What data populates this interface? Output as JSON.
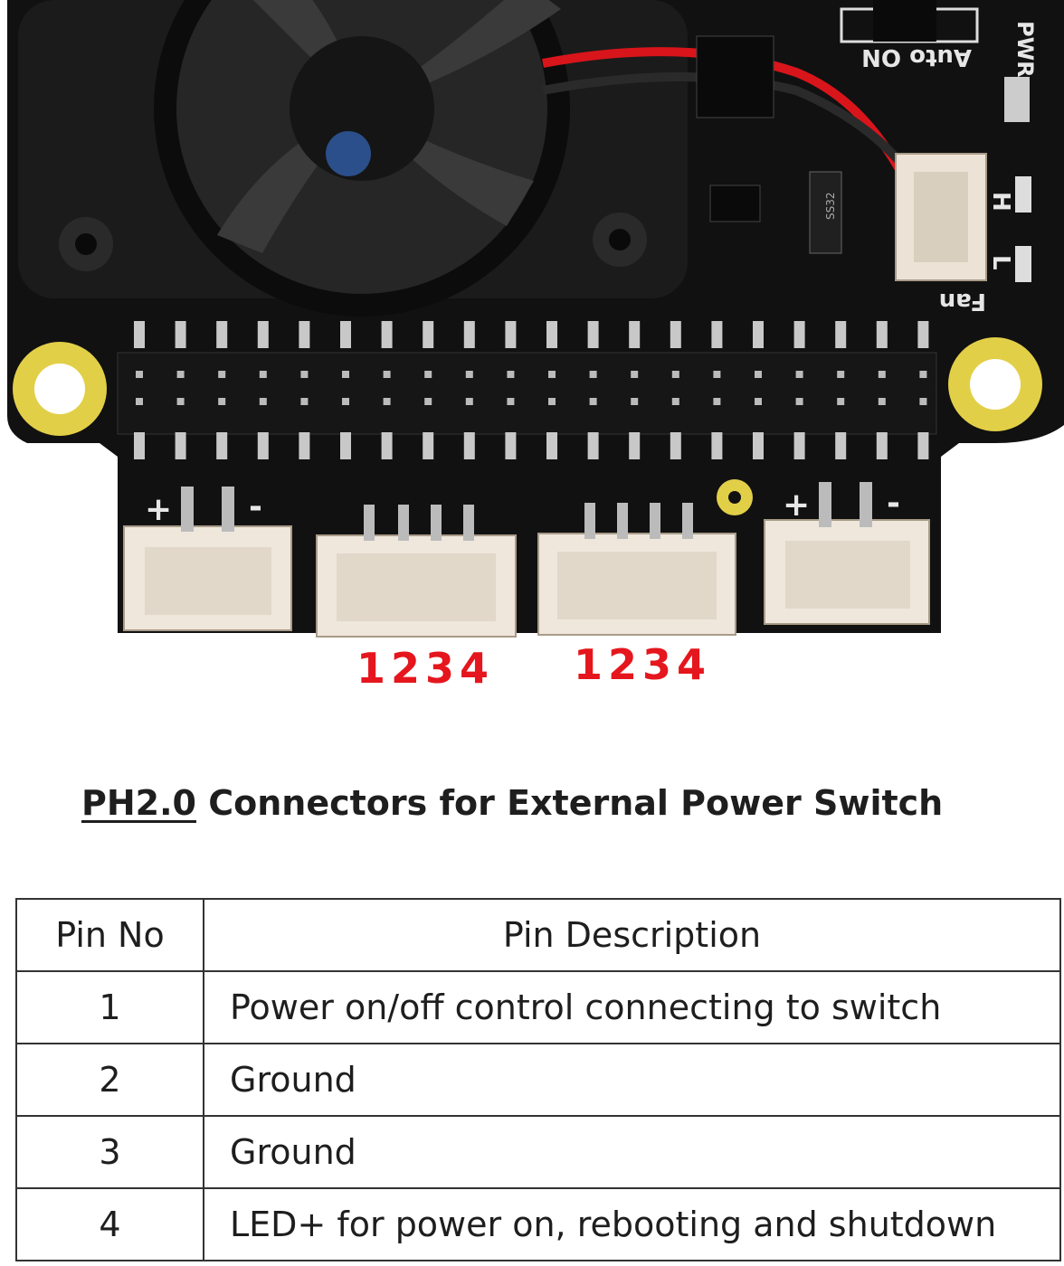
{
  "board": {
    "silk_pwr": "PWR",
    "silk_auto_on": "Auto ON",
    "silk_fan": "Fan",
    "silk_h": "H",
    "silk_l": "L",
    "silk_plus": "+",
    "silk_minus": "-",
    "chip_ss32": "SS32",
    "colors": {
      "pcb": "#111111",
      "pad": "#e8d44d",
      "wire_red": "#d8151b",
      "connector": "#efe7dc"
    }
  },
  "pin_numbers": {
    "left": "1234",
    "right": "1234"
  },
  "heading": {
    "prefix": "PH2.0",
    "rest": " Connectors for External Power Switch"
  },
  "table": {
    "headers": [
      "Pin No",
      "Pin Description"
    ],
    "rows": [
      {
        "pin": "1",
        "description": "Power on/off control connecting to switch"
      },
      {
        "pin": "2",
        "description": "Ground"
      },
      {
        "pin": "3",
        "description": "Ground"
      },
      {
        "pin": "4",
        "description": "LED+ for power on, rebooting and shutdown"
      }
    ]
  }
}
